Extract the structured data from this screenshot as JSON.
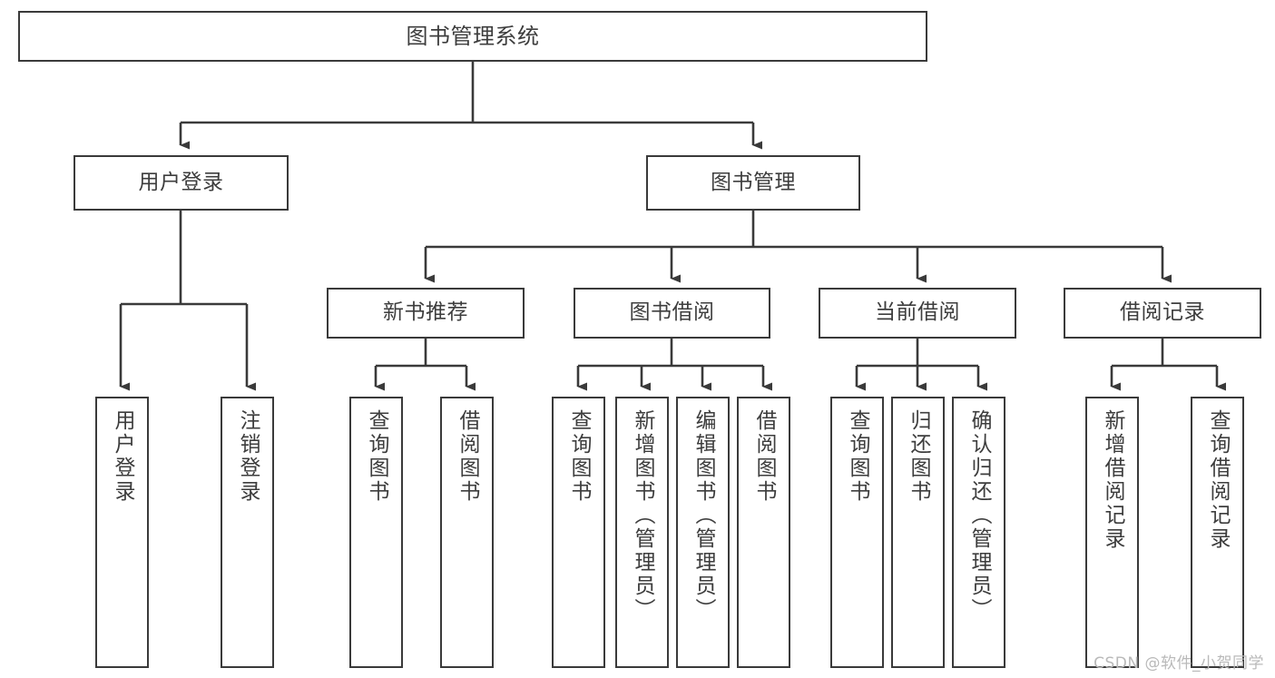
{
  "diagram": {
    "title": "图书管理系统",
    "type": "tree-hierarchy",
    "stroke_color": "#3a3a3a",
    "text_color": "#3d3d3d",
    "background_color": "#ffffff"
  },
  "watermark": {
    "text": "CSDN @软件_小贺同学",
    "color": "#b9b9b9"
  },
  "nodes": {
    "root": {
      "label": "图书管理系统",
      "level": 0
    },
    "level1": [
      {
        "id": "user-login",
        "label": "用户登录"
      },
      {
        "id": "book-management",
        "label": "图书管理"
      }
    ],
    "level2": [
      {
        "id": "new-book-recommend",
        "label": "新书推荐",
        "parent": "book-management"
      },
      {
        "id": "book-borrow",
        "label": "图书借阅",
        "parent": "book-management"
      },
      {
        "id": "current-borrow",
        "label": "当前借阅",
        "parent": "book-management"
      },
      {
        "id": "borrow-record",
        "label": "借阅记录",
        "parent": "book-management"
      }
    ],
    "leaves": [
      {
        "id": "leaf-user-login",
        "label": "用户登录",
        "parent": "user-login"
      },
      {
        "id": "leaf-logout-login",
        "label": "注销登录",
        "parent": "user-login"
      },
      {
        "id": "leaf-query-book-1",
        "label": "查询图书",
        "parent": "new-book-recommend"
      },
      {
        "id": "leaf-borrow-book-1",
        "label": "借阅图书",
        "parent": "new-book-recommend"
      },
      {
        "id": "leaf-query-book-2",
        "label": "查询图书",
        "parent": "book-borrow"
      },
      {
        "id": "leaf-add-book",
        "label": "新增图书（管理员）",
        "parent": "book-borrow"
      },
      {
        "id": "leaf-edit-book",
        "label": "编辑图书（管理员）",
        "parent": "book-borrow"
      },
      {
        "id": "leaf-borrow-book-2",
        "label": "借阅图书",
        "parent": "book-borrow"
      },
      {
        "id": "leaf-query-book-3",
        "label": "查询图书",
        "parent": "current-borrow"
      },
      {
        "id": "leaf-return-book",
        "label": "归还图书",
        "parent": "current-borrow"
      },
      {
        "id": "leaf-confirm-return",
        "label": "确认归还（管理员）",
        "parent": "current-borrow"
      },
      {
        "id": "leaf-add-record",
        "label": "新增借阅记录",
        "parent": "borrow-record"
      },
      {
        "id": "leaf-query-record",
        "label": "查询借阅记录",
        "parent": "borrow-record"
      }
    ]
  }
}
